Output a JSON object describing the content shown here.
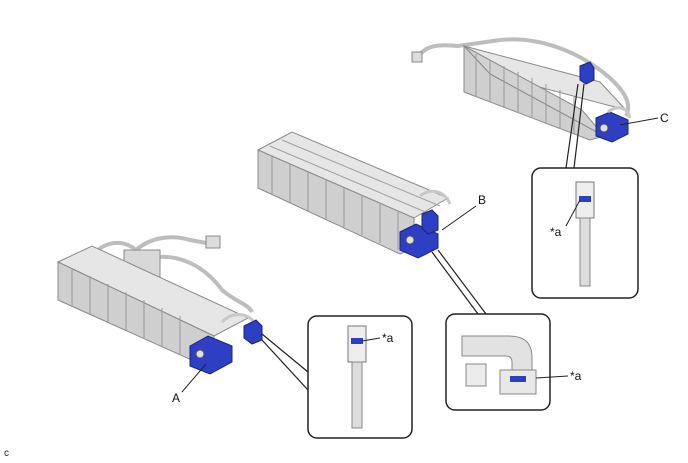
{
  "labels": {
    "a": "A",
    "b": "B",
    "c": "C",
    "star_a": "*a",
    "corner_code": "c"
  },
  "colors": {
    "connector_blue": "#2e3fc4",
    "module_grey": "#d9d9d9",
    "module_edge": "#8a8a8a",
    "frame": "#222222"
  }
}
